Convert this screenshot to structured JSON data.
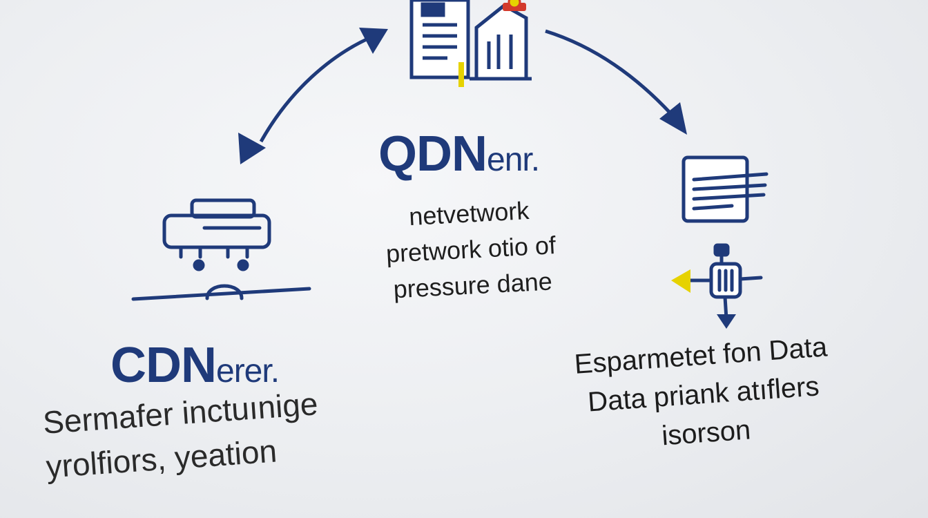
{
  "top_node": {
    "title_main": "QDN",
    "title_suffix": "enr.",
    "caption_lines": [
      "netvetwork",
      "pretwork otio of",
      "pressure dane"
    ]
  },
  "left_node": {
    "title_main": "CDN",
    "title_suffix": "erer.",
    "caption_lines": [
      "Sermafer inctuınige",
      "yrolfiors, yeation"
    ]
  },
  "right_node": {
    "caption_lines": [
      "Esparmetet fon Data",
      "Data priank atıflers",
      "isorson"
    ]
  },
  "colors": {
    "primary": "#1f3a7a",
    "accent_yellow": "#e6d200",
    "accent_red": "#d33a2c",
    "text": "#1e1e1e"
  }
}
